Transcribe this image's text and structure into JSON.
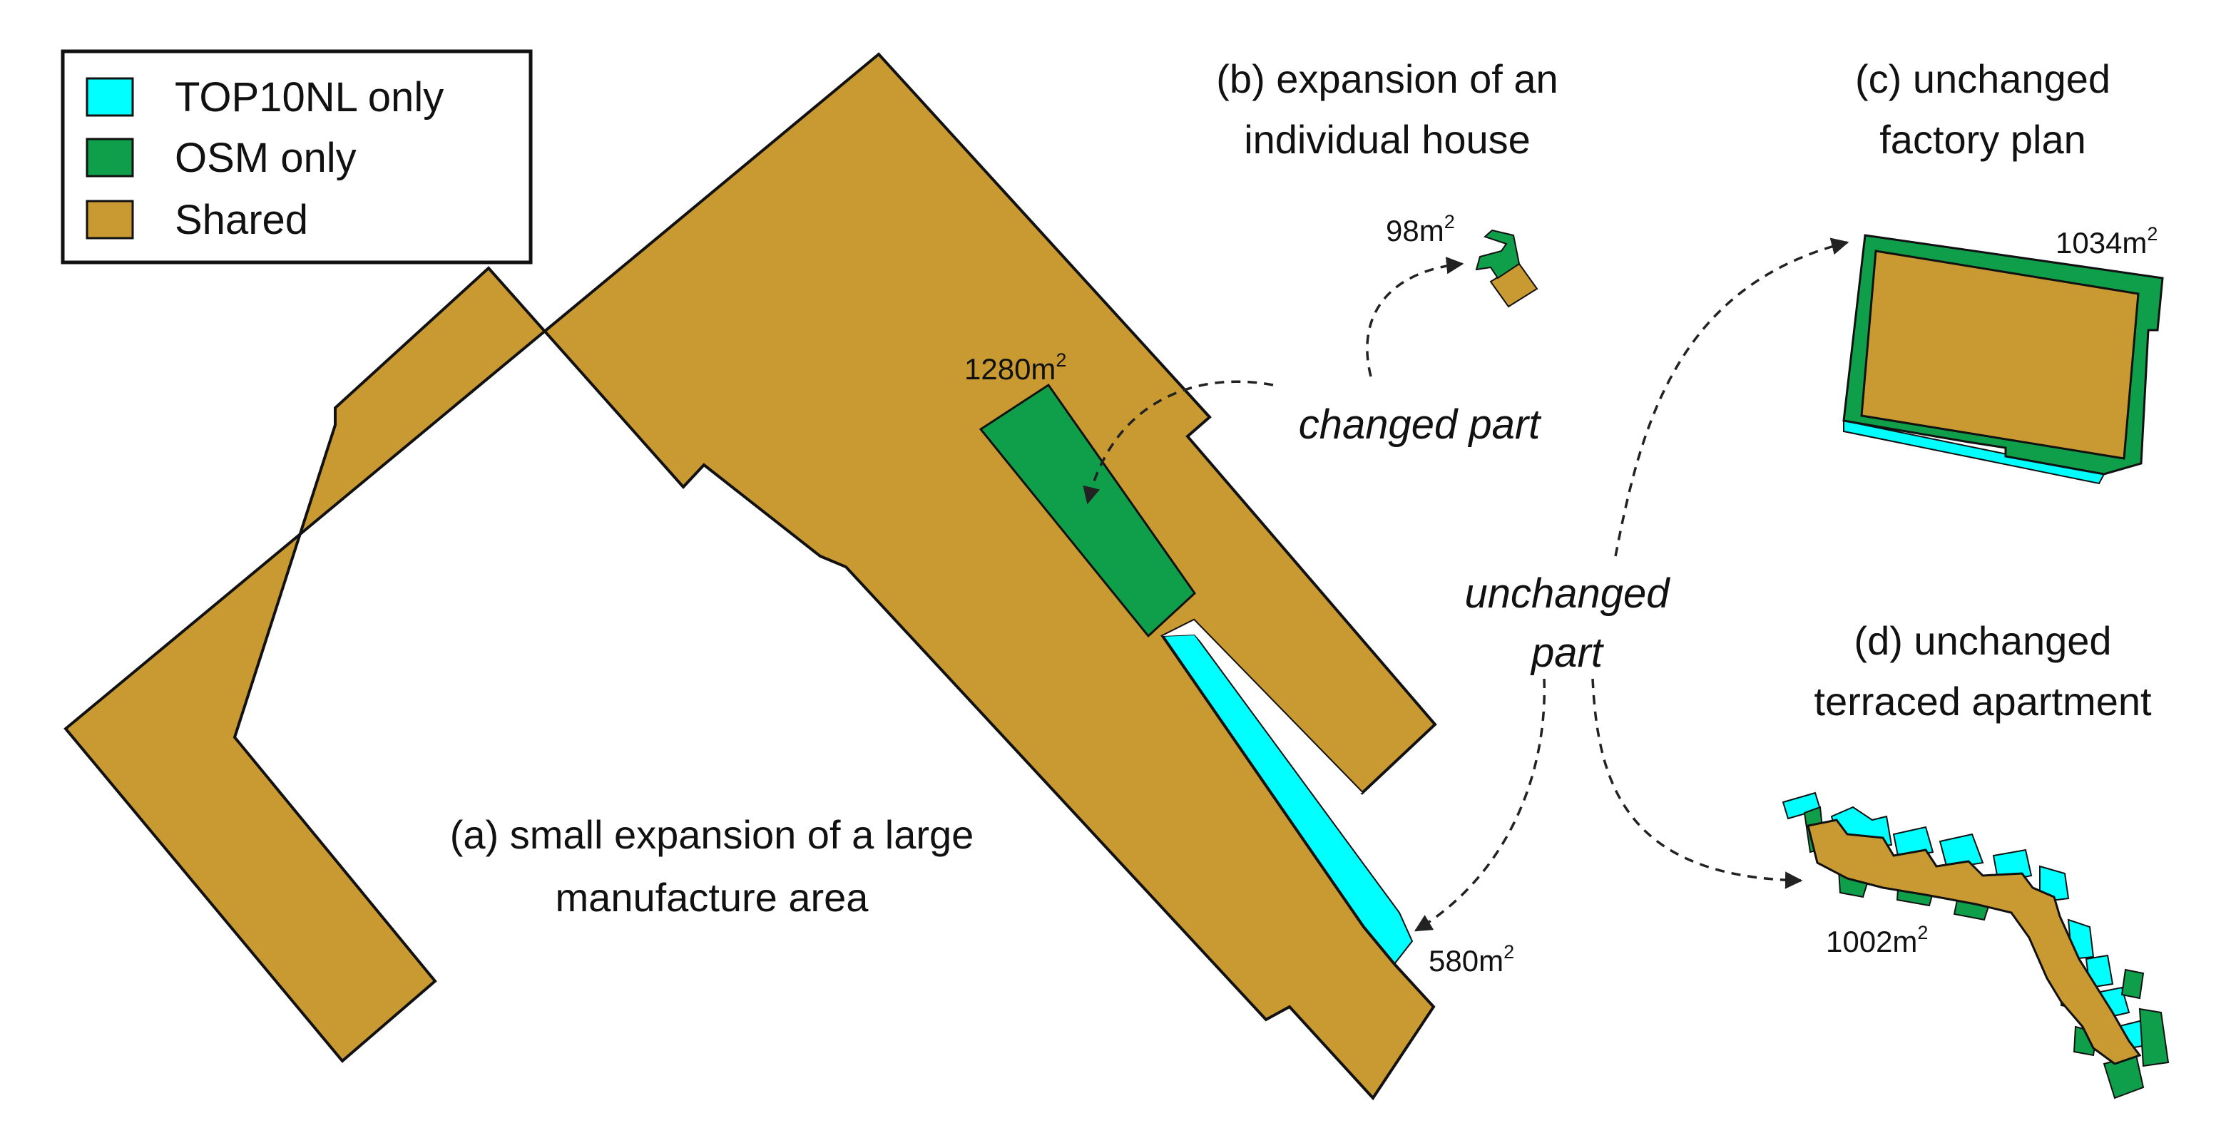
{
  "colors": {
    "top10nl": "#00ffff",
    "osm": "#0f9f4a",
    "shared": "#c99a32",
    "outline": "#111111"
  },
  "legend": {
    "items": [
      {
        "label": "TOP10NL only",
        "color": "#00ffff"
      },
      {
        "label": "OSM only",
        "color": "#0f9f4a"
      },
      {
        "label": "Shared",
        "color": "#c99a32"
      }
    ]
  },
  "panels": {
    "a": {
      "line1": "(a) small expansion of a large",
      "line2": "manufacture area"
    },
    "b": {
      "line1": "(b) expansion of an",
      "line2": "individual house"
    },
    "c": {
      "line1": "(c) unchanged",
      "line2": "factory plan"
    },
    "d": {
      "line1": "(d) unchanged",
      "line2": "terraced apartment"
    }
  },
  "annotations": {
    "changed_part": "changed part",
    "unchanged_line1": "unchanged",
    "unchanged_line2": "part"
  },
  "areas": {
    "a_osm": {
      "value": "1280m",
      "sup": "2"
    },
    "a_top": {
      "value": "580m",
      "sup": "2"
    },
    "b": {
      "value": "98m",
      "sup": "2"
    },
    "c": {
      "value": "1034m",
      "sup": "2"
    },
    "d": {
      "value": "1002m",
      "sup": "2"
    }
  }
}
